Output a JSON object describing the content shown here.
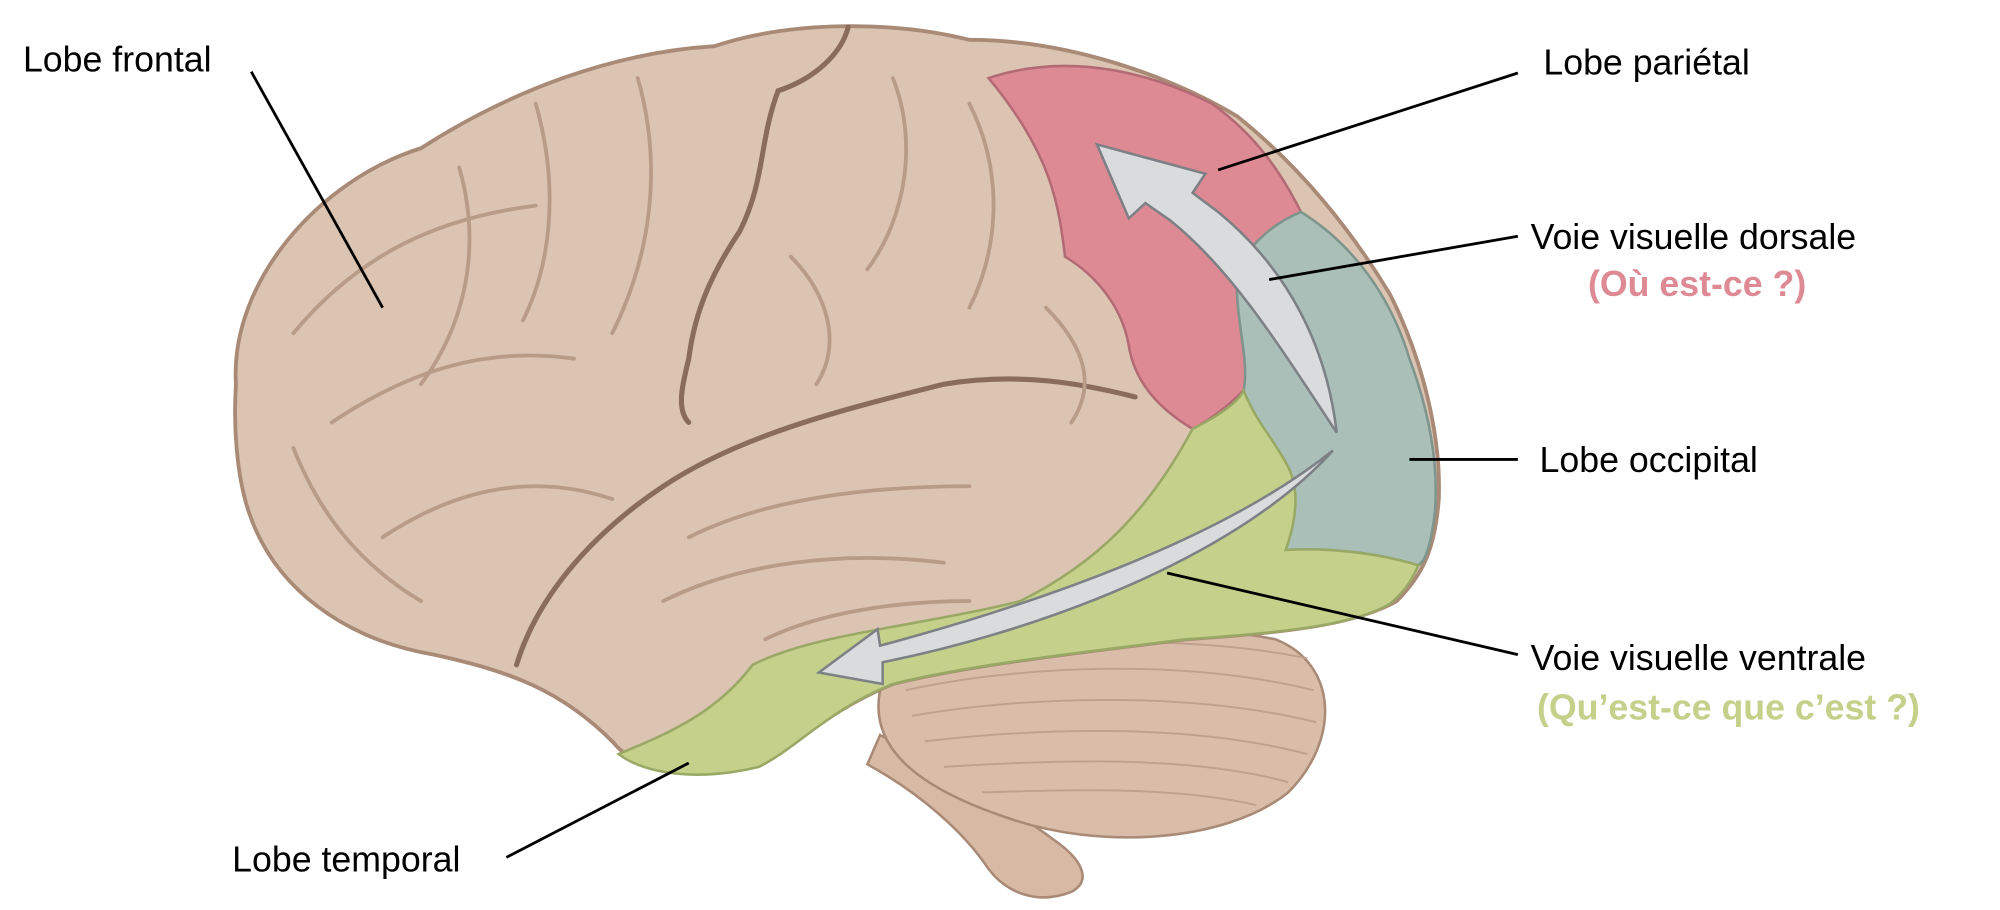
{
  "labels": {
    "frontal": "Lobe frontal",
    "parietal": "Lobe pariétal",
    "dorsal": "Voie visuelle dorsale",
    "dorsal_sub": "(Où est-ce ?)",
    "occipital": "Lobe occipital",
    "ventral": "Voie visuelle ventrale",
    "ventral_sub": "(Qu’est-ce que c’est ?)",
    "temporal": "Lobe temporal"
  },
  "colors": {
    "brain": "#dcc4b2",
    "parietal": "#de8a94",
    "occipital": "#a9bfb7",
    "temporal": "#c5d08a",
    "dorsal_text": "#de8a94",
    "ventral_text": "#c5d08a",
    "arrow": "#d9dbdd"
  }
}
